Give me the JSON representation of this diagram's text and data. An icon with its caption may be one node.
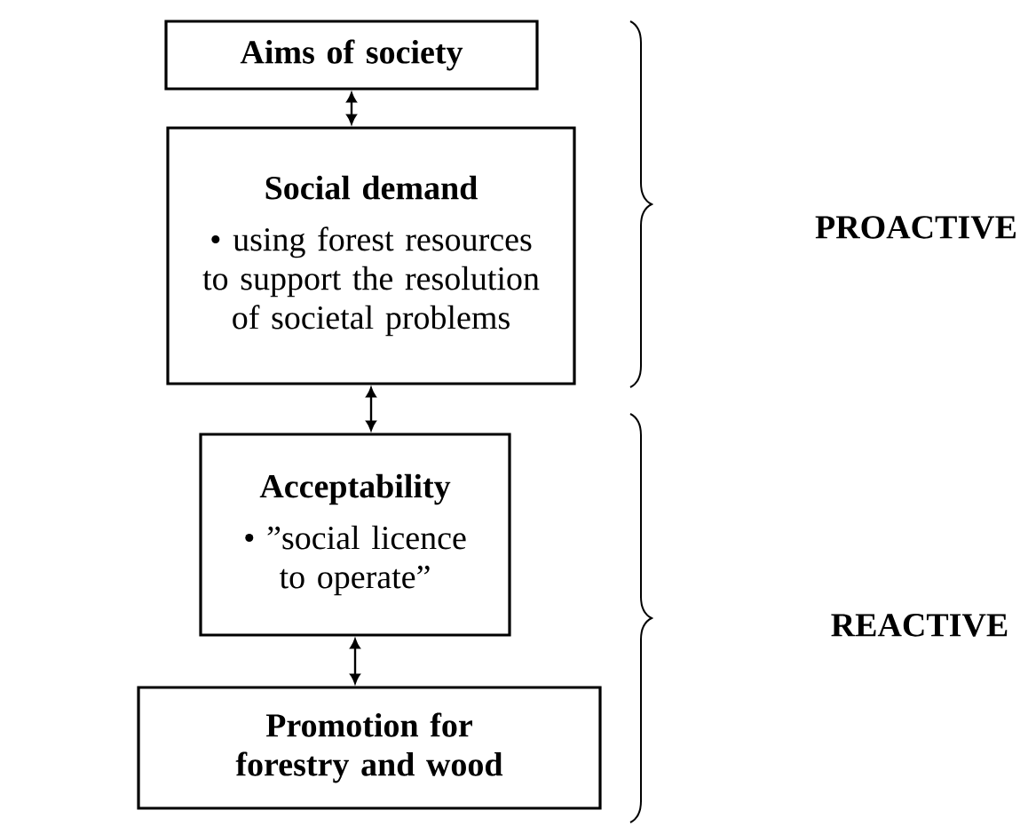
{
  "diagram": {
    "nodes": [
      {
        "text": [
          "Aims of society"
        ]
      },
      {
        "text": [
          "Social demand",
          "• using forest resources to support the resolution of societal problems"
        ]
      },
      {
        "text": [
          "Acceptability",
          "• ”social licence to operate”"
        ]
      },
      {
        "text": [
          "Promotion for forestry and wood"
        ]
      }
    ],
    "edges": [
      {
        "from": 0,
        "to": 1,
        "arrow": "both"
      },
      {
        "from": 1,
        "to": 2,
        "arrow": "both"
      },
      {
        "from": 2,
        "to": 3,
        "arrow": "both"
      }
    ],
    "labels": [
      "PROACTIVE",
      "REACTIVE"
    ]
  }
}
